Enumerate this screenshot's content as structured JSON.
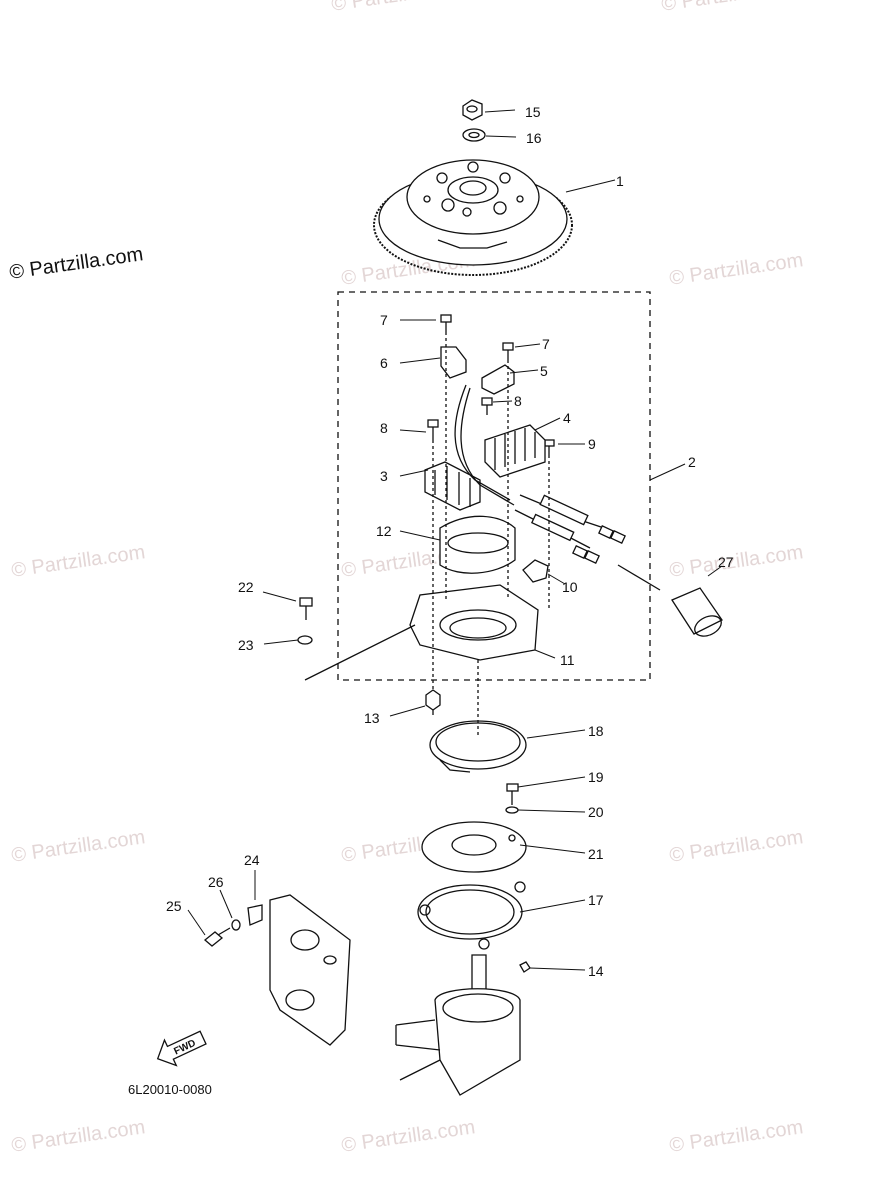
{
  "watermark": "© Partzilla.com",
  "diagram_code": "6L20010-0080",
  "fwd_label": "FWD",
  "callouts": [
    "15",
    "16",
    "1",
    "7",
    "7",
    "6",
    "5",
    "8",
    "8",
    "4",
    "9",
    "3",
    "2",
    "12",
    "10",
    "27",
    "22",
    "23",
    "11",
    "13",
    "18",
    "19",
    "20",
    "21",
    "24",
    "26",
    "25",
    "17",
    "14"
  ]
}
